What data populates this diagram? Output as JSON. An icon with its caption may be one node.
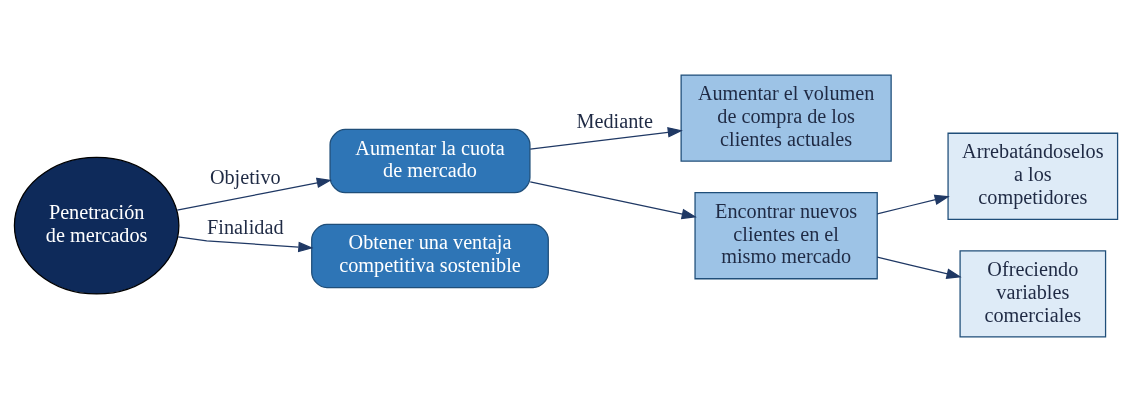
{
  "diagram": {
    "nodes": [
      {
        "text": [
          "Penetración de mercados"
        ]
      },
      {
        "text": [
          "Aumentar la cuota de mercado"
        ]
      },
      {
        "text": [
          "Obtener una ventaja competitiva sostenible"
        ]
      },
      {
        "text": [
          "Aumentar el volumen de compra de los clientes actuales"
        ]
      },
      {
        "text": [
          "Encontrar nuevos clientes en el mismo mercado"
        ]
      },
      {
        "text": [
          "Arrebatándoselos a los competidores"
        ]
      },
      {
        "text": [
          "Ofreciendo variables comerciales"
        ]
      }
    ],
    "edges": [
      {
        "from": 0,
        "to": 1,
        "arrow": "to",
        "label": "Objetivo"
      },
      {
        "from": 0,
        "to": 2,
        "arrow": "to",
        "label": "Finalidad"
      },
      {
        "from": 1,
        "to": 3,
        "arrow": "to",
        "label": "Mediante"
      },
      {
        "from": 1,
        "to": 4,
        "arrow": "to"
      },
      {
        "from": 4,
        "to": 5,
        "arrow": "to"
      },
      {
        "from": 4,
        "to": 6,
        "arrow": "to"
      }
    ]
  }
}
